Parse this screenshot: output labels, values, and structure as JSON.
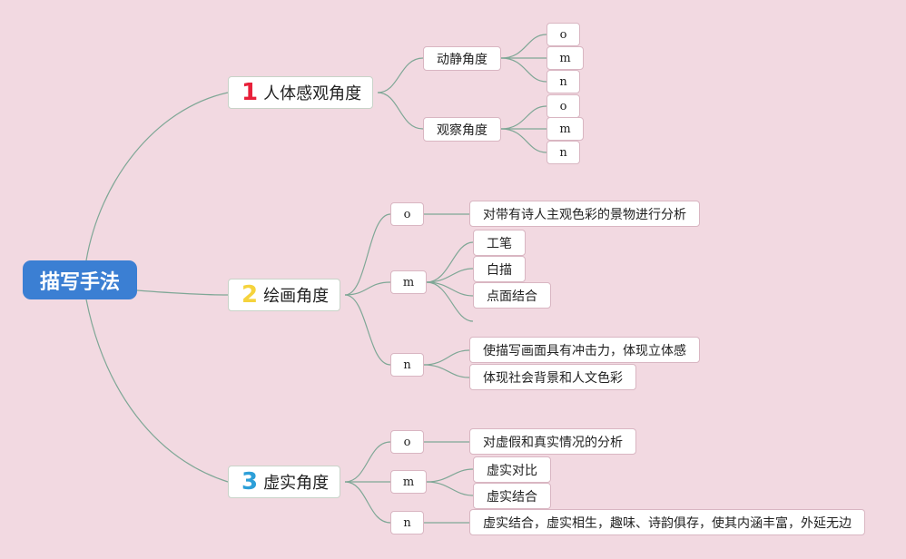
{
  "root": {
    "label": "描写手法"
  },
  "colors": {
    "background": "#f2d9e1",
    "root": "#3b7fd3",
    "num1": "#e8203a",
    "num2": "#f5d33d",
    "num3": "#2d9fd8",
    "line": "#7fa796"
  },
  "branches": [
    {
      "number": "1",
      "label": "人体感观角度",
      "subs": [
        {
          "label": "动静角度",
          "children": [
            "o",
            "m",
            "n"
          ]
        },
        {
          "label": "观察角度",
          "children": [
            "o",
            "m",
            "n"
          ]
        }
      ]
    },
    {
      "number": "2",
      "label": "绘画角度",
      "subs": [
        {
          "label": "o",
          "children": [
            "对带有诗人主观色彩的景物进行分析"
          ]
        },
        {
          "label": "m",
          "children": [
            "工笔",
            "白描",
            "点面结合"
          ]
        },
        {
          "label": "n",
          "children": [
            "使描写画面具有冲击力，体现立体感",
            "体现社会背景和人文色彩"
          ]
        }
      ]
    },
    {
      "number": "3",
      "label": "虚实角度",
      "subs": [
        {
          "label": "o",
          "children": [
            "对虚假和真实情况的分析"
          ]
        },
        {
          "label": "m",
          "children": [
            "虚实对比",
            "虚实结合"
          ]
        },
        {
          "label": "n",
          "children": [
            "虚实结合，虚实相生，趣味、诗韵俱存，使其内涵丰富，外延无边"
          ]
        }
      ]
    }
  ]
}
